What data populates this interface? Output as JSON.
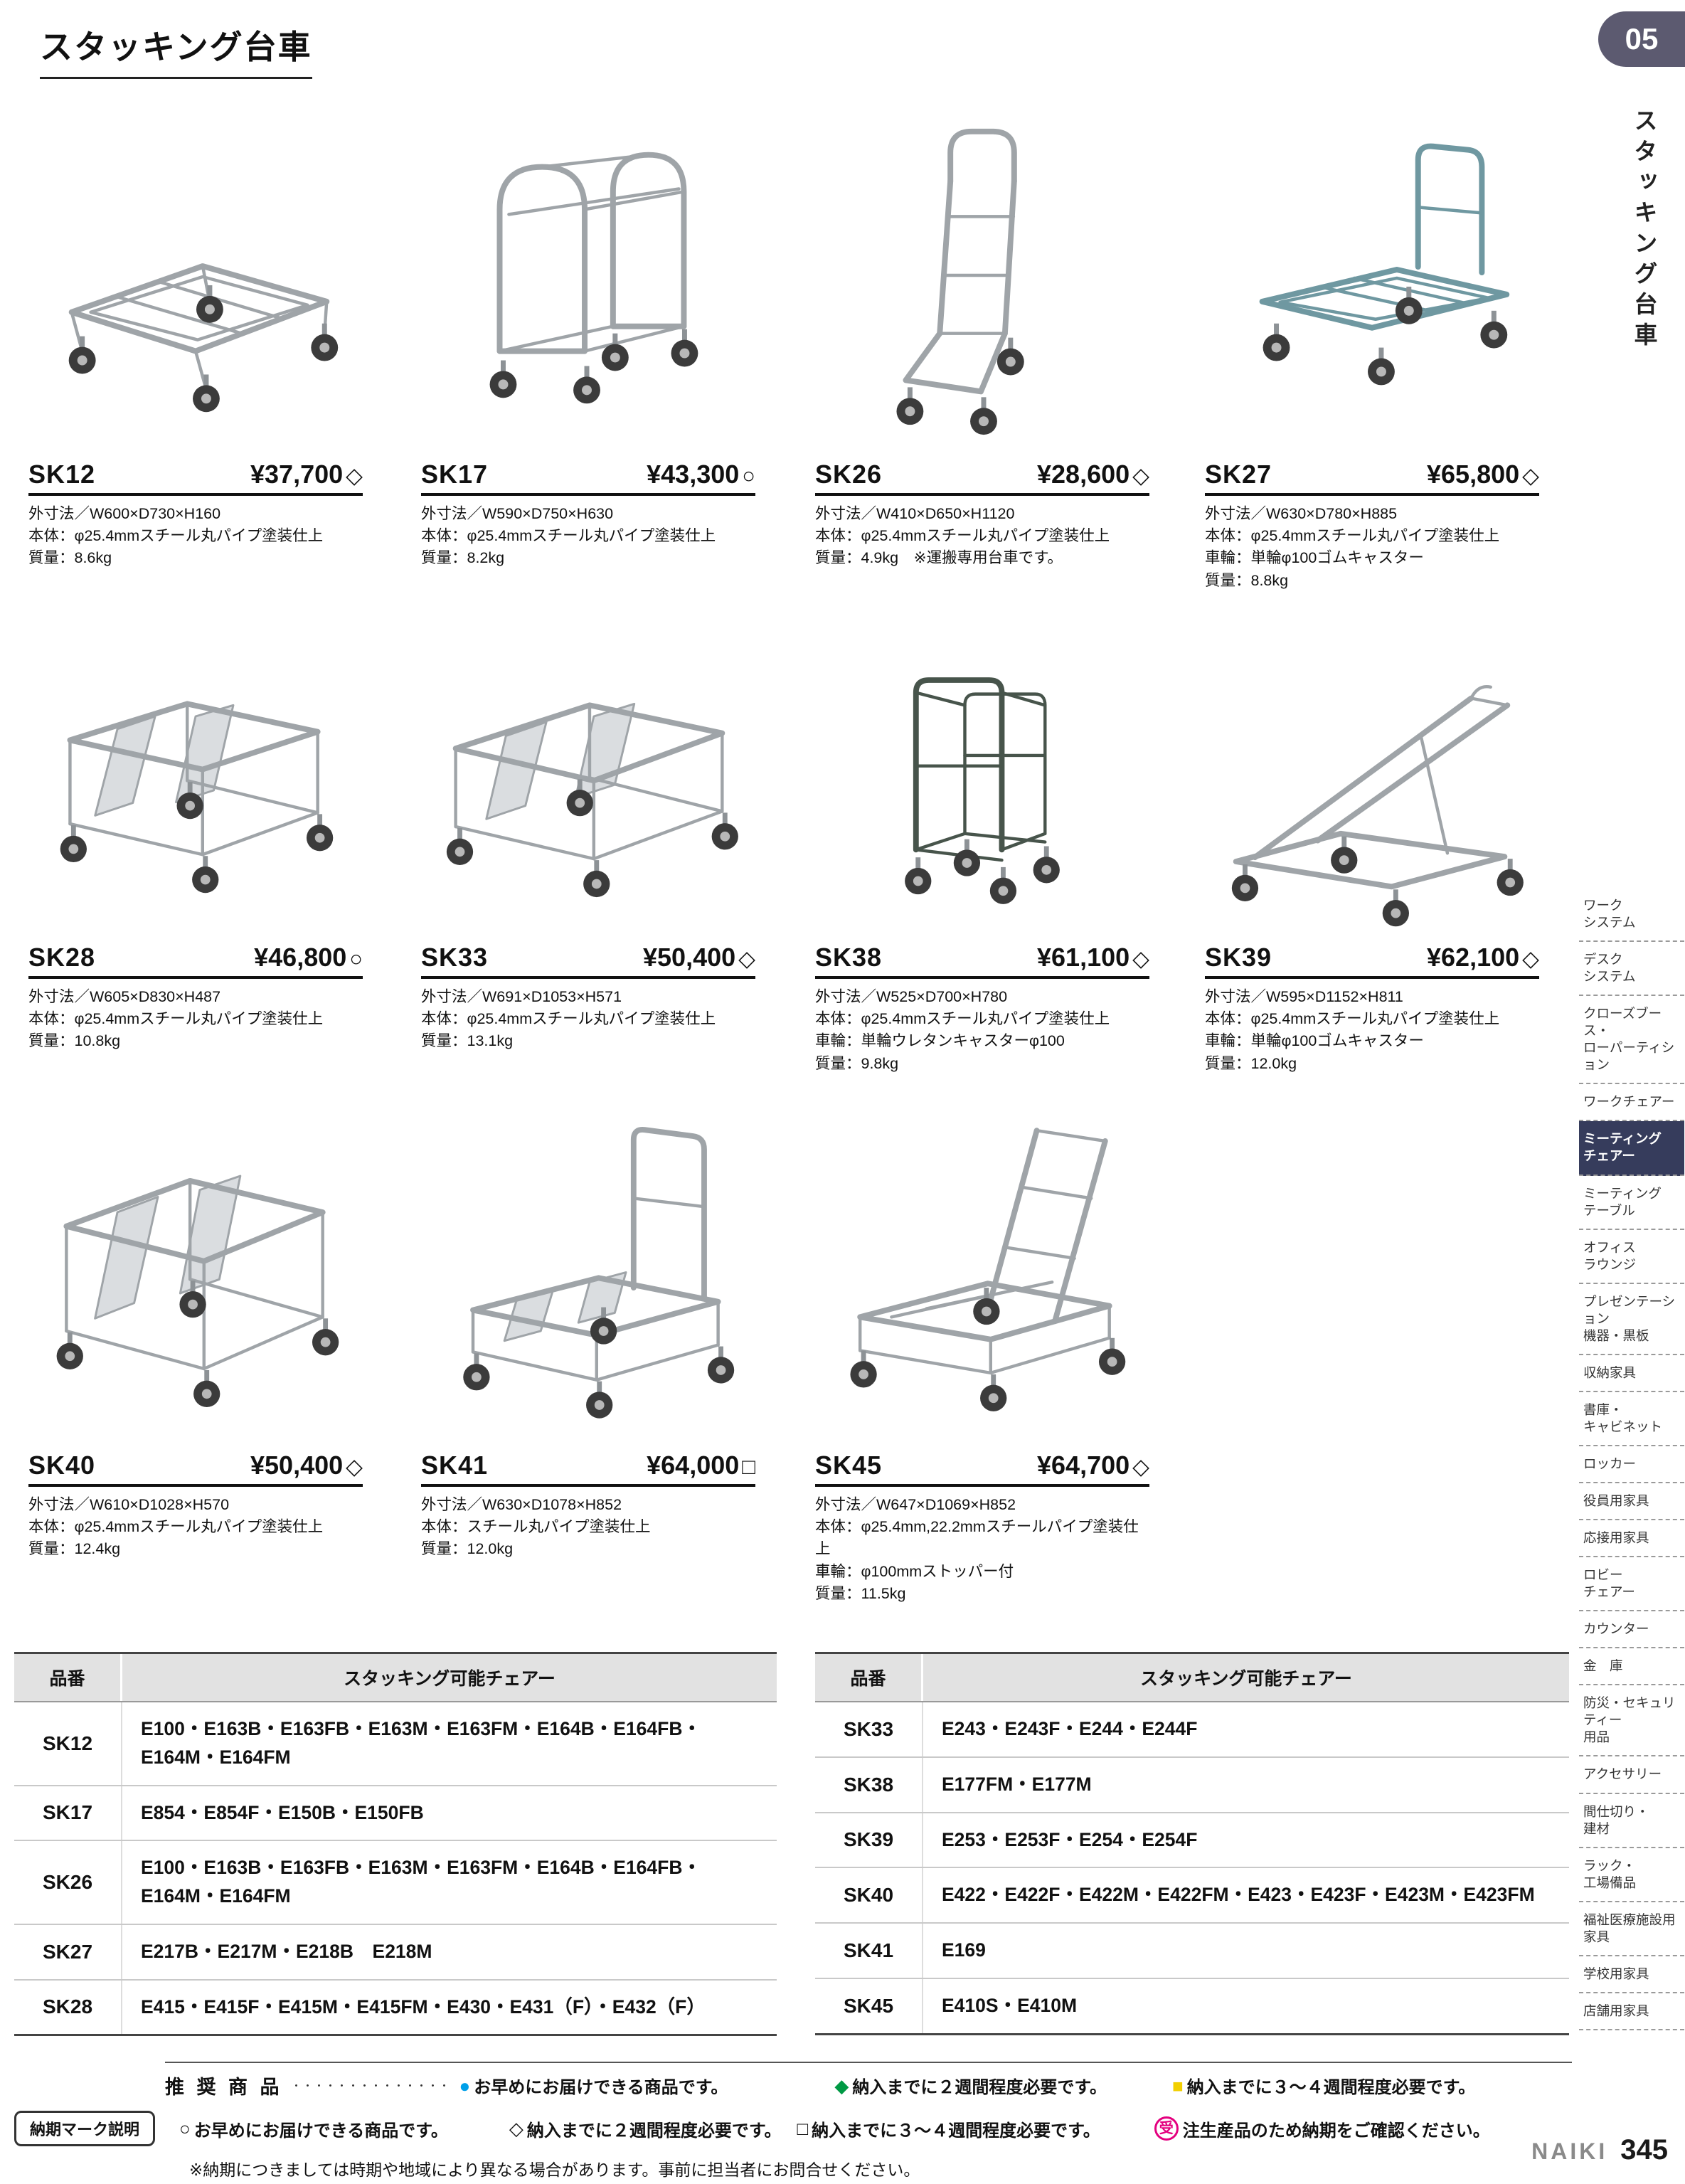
{
  "page": {
    "title": "スタッキング台車",
    "badge": "05",
    "side_title": "スタッキング台車",
    "footer_brand": "NAIKI",
    "footer_page": "345"
  },
  "colors": {
    "badge_bg": "#5c5a70",
    "sidebar_active_bg": "#363c5c",
    "legend_blue": "#00a0e9",
    "legend_green": "#009944",
    "legend_yellow": "#f2cf00",
    "legend_pink": "#e4007f"
  },
  "products": [
    {
      "code": "SK12",
      "price": "¥37,700",
      "mark": "◇",
      "specs": [
        "外寸法／W600×D730×H160",
        "本体：φ25.4mmスチール丸パイプ塗装仕上",
        "質量：8.6kg"
      ]
    },
    {
      "code": "SK17",
      "price": "¥43,300",
      "mark": "○",
      "specs": [
        "外寸法／W590×D750×H630",
        "本体：φ25.4mmスチール丸パイプ塗装仕上",
        "質量：8.2kg"
      ]
    },
    {
      "code": "SK26",
      "price": "¥28,600",
      "mark": "◇",
      "specs": [
        "外寸法／W410×D650×H1120",
        "本体：φ25.4mmスチール丸パイプ塗装仕上",
        "質量：4.9kg　※運搬専用台車です。"
      ]
    },
    {
      "code": "SK27",
      "price": "¥65,800",
      "mark": "◇",
      "specs": [
        "外寸法／W630×D780×H885",
        "本体：φ25.4mmスチール丸パイプ塗装仕上",
        "車輪：単輪φ100ゴムキャスター",
        "質量：8.8kg"
      ]
    },
    {
      "code": "SK28",
      "price": "¥46,800",
      "mark": "○",
      "specs": [
        "外寸法／W605×D830×H487",
        "本体：φ25.4mmスチール丸パイプ塗装仕上",
        "質量：10.8kg"
      ]
    },
    {
      "code": "SK33",
      "price": "¥50,400",
      "mark": "◇",
      "specs": [
        "外寸法／W691×D1053×H571",
        "本体：φ25.4mmスチール丸パイプ塗装仕上",
        "質量：13.1kg"
      ]
    },
    {
      "code": "SK38",
      "price": "¥61,100",
      "mark": "◇",
      "specs": [
        "外寸法／W525×D700×H780",
        "本体：φ25.4mmスチール丸パイプ塗装仕上",
        "車輪：単輪ウレタンキャスターφ100",
        "質量：9.8kg"
      ]
    },
    {
      "code": "SK39",
      "price": "¥62,100",
      "mark": "◇",
      "specs": [
        "外寸法／W595×D1152×H811",
        "本体：φ25.4mmスチール丸パイプ塗装仕上",
        "車輪：単輪φ100ゴムキャスター",
        "質量：12.0kg"
      ]
    },
    {
      "code": "SK40",
      "price": "¥50,400",
      "mark": "◇",
      "specs": [
        "外寸法／W610×D1028×H570",
        "本体：φ25.4mmスチール丸パイプ塗装仕上",
        "質量：12.4kg"
      ]
    },
    {
      "code": "SK41",
      "price": "¥64,000",
      "mark": "□",
      "specs": [
        "外寸法／W630×D1078×H852",
        "本体：スチール丸パイプ塗装仕上",
        "質量：12.0kg"
      ]
    },
    {
      "code": "SK45",
      "price": "¥64,700",
      "mark": "◇",
      "specs": [
        "外寸法／W647×D1069×H852",
        "本体：φ25.4mm,22.2mmスチールパイプ塗装仕上",
        "車輪：φ100mmストッパー付",
        "質量：11.5kg"
      ]
    }
  ],
  "sidebar": {
    "items": [
      {
        "label": "ワーク\nシステム",
        "active": false
      },
      {
        "label": "デスク\nシステム",
        "active": false
      },
      {
        "label": "クローズブース・\nローパーティション",
        "active": false
      },
      {
        "label": "ワークチェアー",
        "active": false
      },
      {
        "label": "ミーティング\nチェアー",
        "active": true
      },
      {
        "label": "ミーティング\nテーブル",
        "active": false
      },
      {
        "label": "オフィス\nラウンジ",
        "active": false
      },
      {
        "label": "プレゼンテーション\n機器・黒板",
        "active": false
      },
      {
        "label": "収納家具",
        "active": false
      },
      {
        "label": "書庫・\nキャビネット",
        "active": false
      },
      {
        "label": "ロッカー",
        "active": false
      },
      {
        "label": "役員用家具",
        "active": false
      },
      {
        "label": "応接用家具",
        "active": false
      },
      {
        "label": "ロビー\nチェアー",
        "active": false
      },
      {
        "label": "カウンター",
        "active": false
      },
      {
        "label": "金　庫",
        "active": false
      },
      {
        "label": "防災・セキュリティー\n用品",
        "active": false
      },
      {
        "label": "アクセサリー",
        "active": false
      },
      {
        "label": "間仕切り・\n建材",
        "active": false
      },
      {
        "label": "ラック・\n工場備品",
        "active": false
      },
      {
        "label": "福祉医療施設用\n家具",
        "active": false
      },
      {
        "label": "学校用家具",
        "active": false
      },
      {
        "label": "店舗用家具",
        "active": false
      }
    ]
  },
  "tables": [
    {
      "headers": {
        "code": "品番",
        "chairs": "スタッキング可能チェアー"
      },
      "rows": [
        {
          "code": "SK12",
          "chairs": "E100・E163B・E163FB・E163M・E163FM・E164B・E164FB・E164M・E164FM"
        },
        {
          "code": "SK17",
          "chairs": "E854・E854F・E150B・E150FB"
        },
        {
          "code": "SK26",
          "chairs": "E100・E163B・E163FB・E163M・E163FM・E164B・E164FB・E164M・E164FM"
        },
        {
          "code": "SK27",
          "chairs": "E217B・E217M・E218B　E218M"
        },
        {
          "code": "SK28",
          "chairs": "E415・E415F・E415M・E415FM・E430・E431（F）・E432（F）"
        }
      ]
    },
    {
      "headers": {
        "code": "品番",
        "chairs": "スタッキング可能チェアー"
      },
      "rows": [
        {
          "code": "SK33",
          "chairs": "E243・E243F・E244・E244F"
        },
        {
          "code": "SK38",
          "chairs": "E177FM・E177M"
        },
        {
          "code": "SK39",
          "chairs": "E253・E253F・E254・E254F"
        },
        {
          "code": "SK40",
          "chairs": "E422・E422F・E422M・E422FM・E423・E423F・E423M・E423FM"
        },
        {
          "code": "SK41",
          "chairs": "E169"
        },
        {
          "code": "SK45",
          "chairs": "E410S・E410M"
        }
      ]
    }
  ],
  "legend": {
    "recommended_label": "推 奨 商 品",
    "dots": "・・・・・・・・・・・・・・",
    "filled": [
      {
        "mark": "●",
        "text": "お早めにお届けできる商品です。"
      },
      {
        "mark": "◆",
        "text": "納入までに２週間程度必要です。"
      },
      {
        "mark": "■",
        "text": "納入までに３〜４週間程度必要です。"
      }
    ],
    "box_label": "納期マーク説明",
    "outline": [
      {
        "mark": "○",
        "text": "お早めにお届けできる商品です。"
      },
      {
        "mark": "◇",
        "text": "納入までに２週間程度必要です。"
      },
      {
        "mark": "□",
        "text": "納入までに３〜４週間程度必要です。"
      },
      {
        "mark": "受",
        "text": "注生産品のため納期をご確認ください。"
      }
    ],
    "note": "※納期につきましては時期や地域により異なる場合があります。事前に担当者にお問合せください。"
  }
}
